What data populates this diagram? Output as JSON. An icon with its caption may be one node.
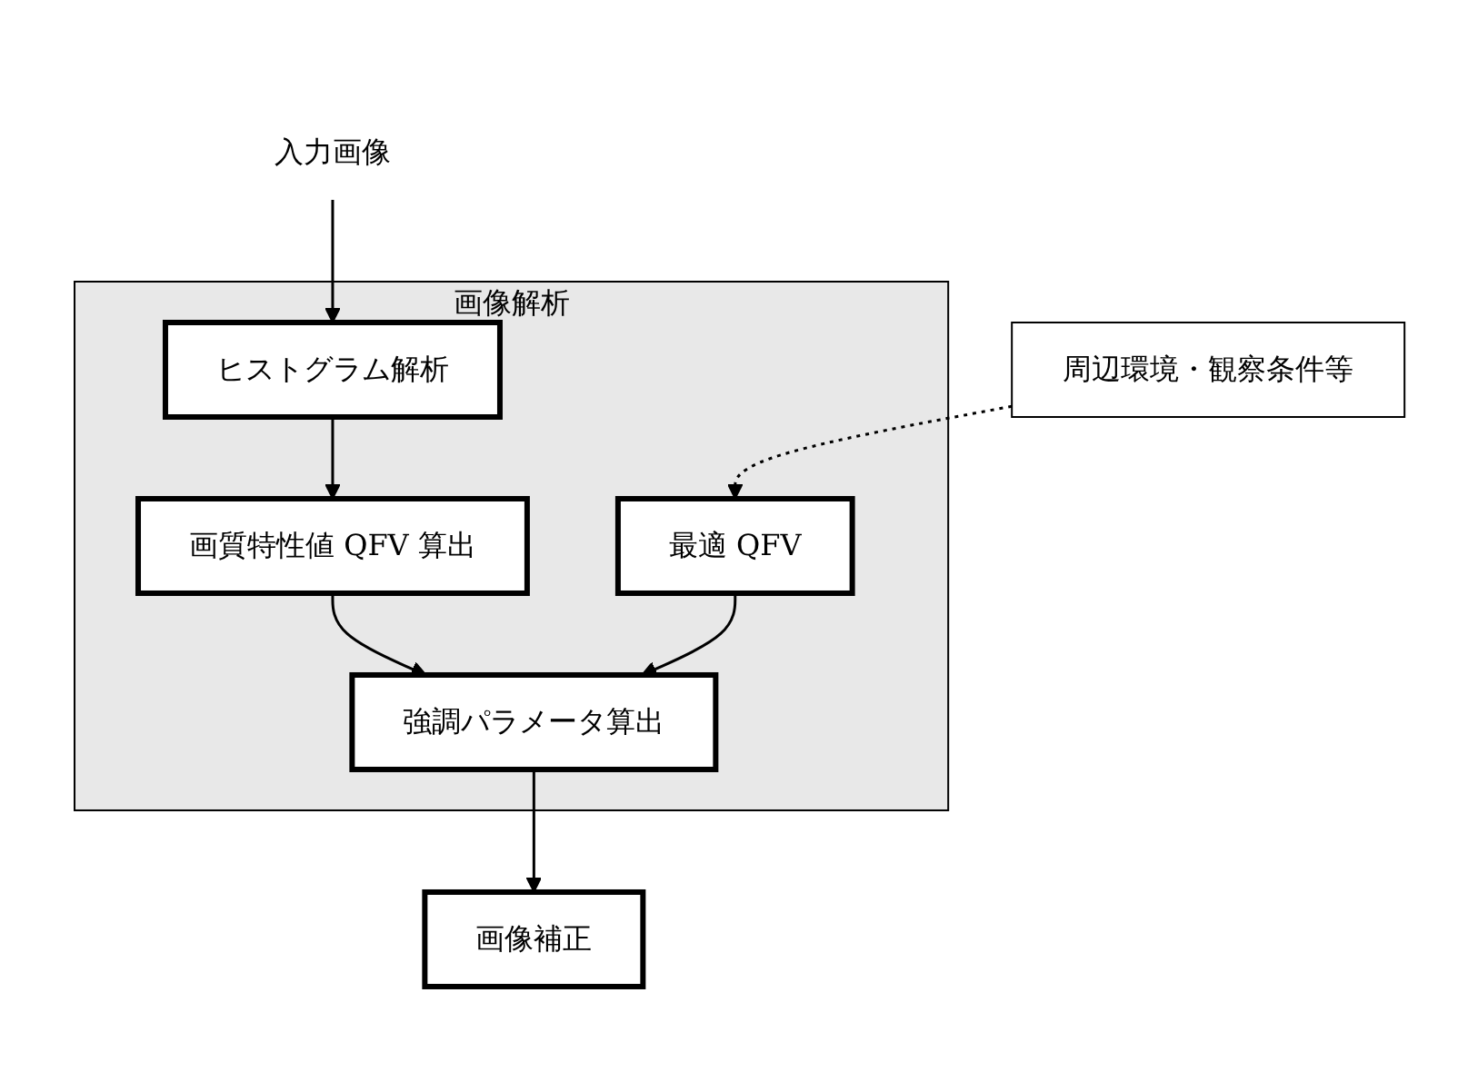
{
  "diagram": {
    "nodes": [
      {
        "text": [
          "入力画像"
        ]
      },
      {
        "text": [
          "周辺環境・観察条件等"
        ]
      },
      {
        "text": [
          "画像解析"
        ]
      },
      {
        "text": [
          "ヒストグラム解析"
        ],
        "in": 2
      },
      {
        "text": [
          "画質特性値 QFV 算出"
        ],
        "in": 2
      },
      {
        "text": [
          "最適 QFV"
        ],
        "in": 2
      },
      {
        "text": [
          "強調パラメータ算出"
        ],
        "in": 2
      },
      {
        "text": [
          "画像補正"
        ]
      }
    ],
    "edges": [
      {
        "from": 0,
        "to": 3,
        "arrow": "to"
      },
      {
        "from": 1,
        "to": 5,
        "arrow": "to",
        "style": "dashed"
      },
      {
        "from": 3,
        "to": 4,
        "arrow": "to"
      },
      {
        "from": 4,
        "to": 6,
        "arrow": "to"
      },
      {
        "from": 5,
        "to": 6,
        "arrow": "to"
      },
      {
        "from": 6,
        "to": 7,
        "arrow": "to"
      }
    ]
  }
}
